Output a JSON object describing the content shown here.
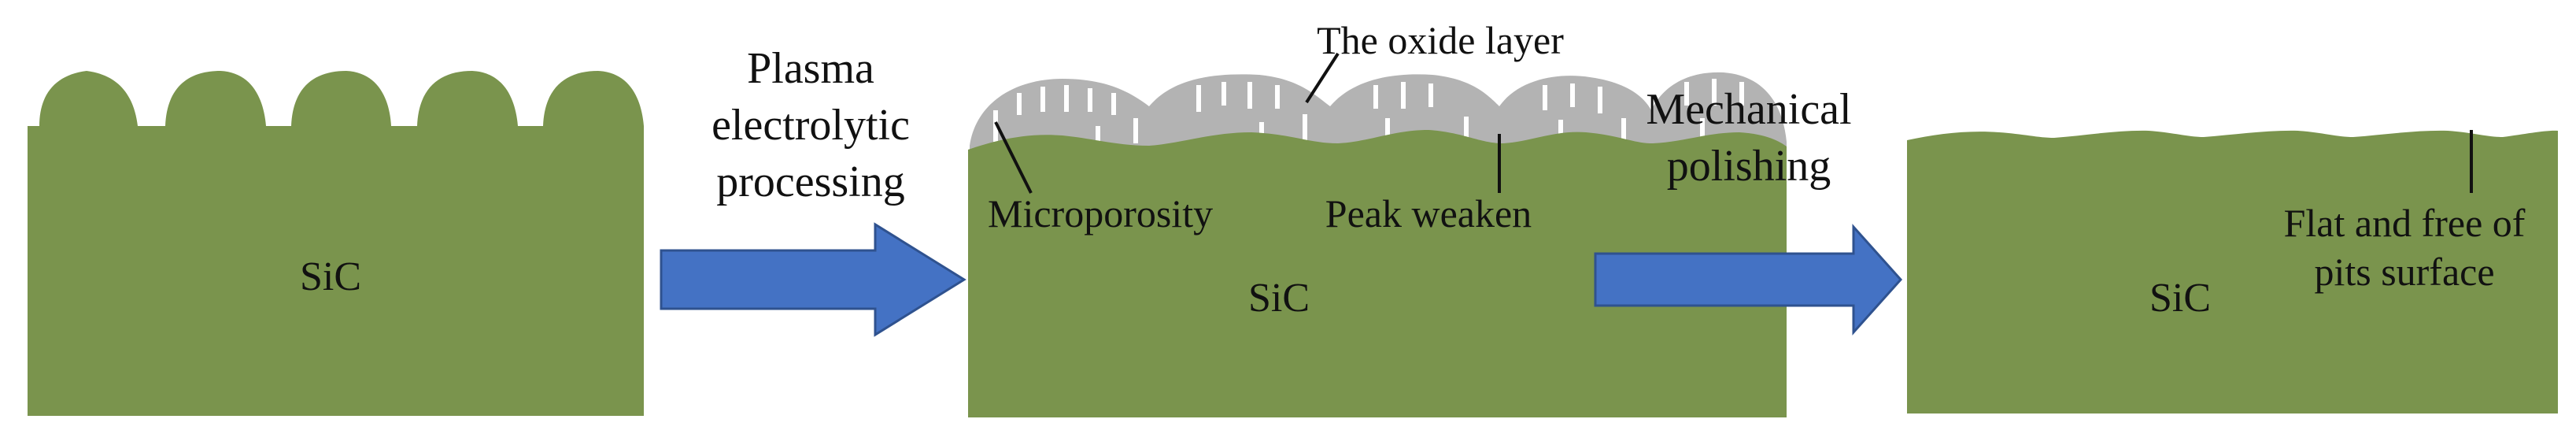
{
  "colors": {
    "substrate": "#7A944D",
    "oxide": "#B3B3B3",
    "pore": "#FFFFFF",
    "arrow": "#4472C4",
    "arrow_edge": "#2F528F",
    "text": "#111111"
  },
  "stages": [
    {
      "material_label": "SiC"
    },
    {
      "material_label": "SiC"
    },
    {
      "material_label": "SiC"
    }
  ],
  "processes": [
    {
      "lines": [
        "Plasma",
        "electrolytic",
        "processing"
      ]
    },
    {
      "lines": [
        "Mechanical",
        "polishing"
      ]
    }
  ],
  "annotations": {
    "oxide_layer": "The oxide layer",
    "microporosity": "Microporosity",
    "peak_weaken": "Peak weaken",
    "flat_surface": [
      "Flat and free of",
      "pits surface"
    ]
  }
}
